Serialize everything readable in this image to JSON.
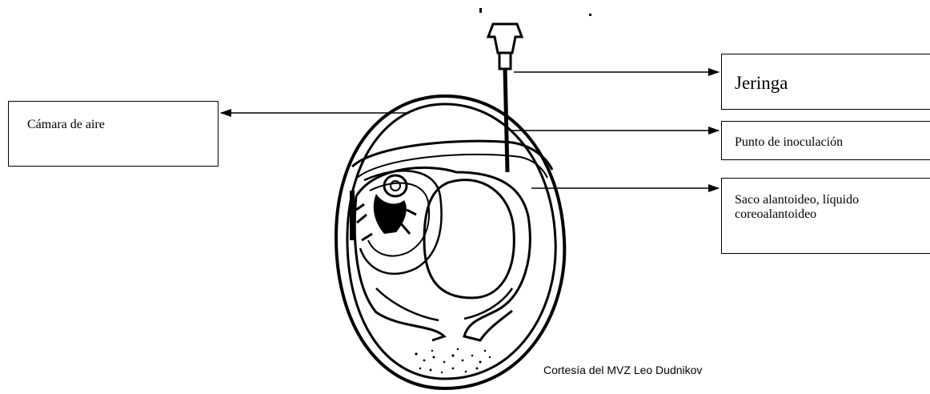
{
  "labels": {
    "air_chamber": "Cámara de aire",
    "syringe": "Jeringa",
    "inoculation_point": "Punto de inoculación",
    "allantoic_sac": "Saco alantoideo, líquido coreoalantoideo"
  },
  "credit": "Cortesía del MVZ Leo Dudnikov",
  "colors": {
    "ink": "#000000",
    "background": "#ffffff"
  }
}
